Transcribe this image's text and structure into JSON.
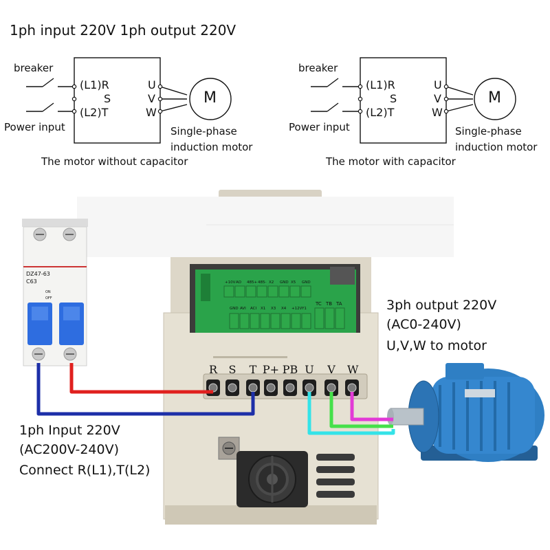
{
  "title": "1ph input 220V 1ph output 220V",
  "schematic_left": {
    "breaker": "breaker",
    "power_input": "Power input",
    "terminals_left": [
      "(L1)R",
      "S",
      "(L2)T"
    ],
    "terminals_right": [
      "U",
      "V",
      "W"
    ],
    "motor_symbol": "M",
    "motor_label_1": "Single-phase",
    "motor_label_2": "induction motor",
    "caption": "The motor without capacitor"
  },
  "schematic_right": {
    "breaker": "breaker",
    "power_input": "Power input",
    "terminals_left": [
      "(L1)R",
      "S",
      "(L2)T"
    ],
    "terminals_right": [
      "U",
      "V",
      "W"
    ],
    "motor_symbol": "M",
    "motor_label_1": "Single-phase",
    "motor_label_2": "induction motor",
    "caption": "The motor with capacitor"
  },
  "breaker_device": {
    "model": "DZ47-63",
    "rating": "C63",
    "on": "ON",
    "off": "OFF"
  },
  "vfd": {
    "control_terminals_top": [
      "+10V",
      "AO",
      "485+",
      "485-",
      "X2",
      "GND",
      "X5",
      "GND"
    ],
    "control_terminals_bottom": [
      "GND",
      "AVI",
      "ACI",
      "X1",
      "X3",
      "X4",
      "+12V",
      "Y1"
    ],
    "relay_terminals": [
      "TC",
      "TB",
      "TA"
    ],
    "power_terminals": [
      "R",
      "S",
      "T",
      "P+",
      "PB",
      "U",
      "V",
      "W"
    ]
  },
  "output_note": {
    "line1": "3ph output 220V",
    "line2": "(AC0-240V)",
    "line3": "U,V,W to motor"
  },
  "input_note": {
    "line1": "1ph Input 220V",
    "line2": "(AC200V-240V)",
    "line3": "Connect R(L1),T(L2)"
  },
  "colors": {
    "red_wire": "#e0201e",
    "blue_wire": "#1d2fa8",
    "cyan_wire": "#34e3e8",
    "green_wire": "#45e04a",
    "magenta_wire": "#e23ad6",
    "motor_blue": "#2f7fc4",
    "breaker_blue": "#2e6de0",
    "terminal_green": "#2ea84a"
  }
}
